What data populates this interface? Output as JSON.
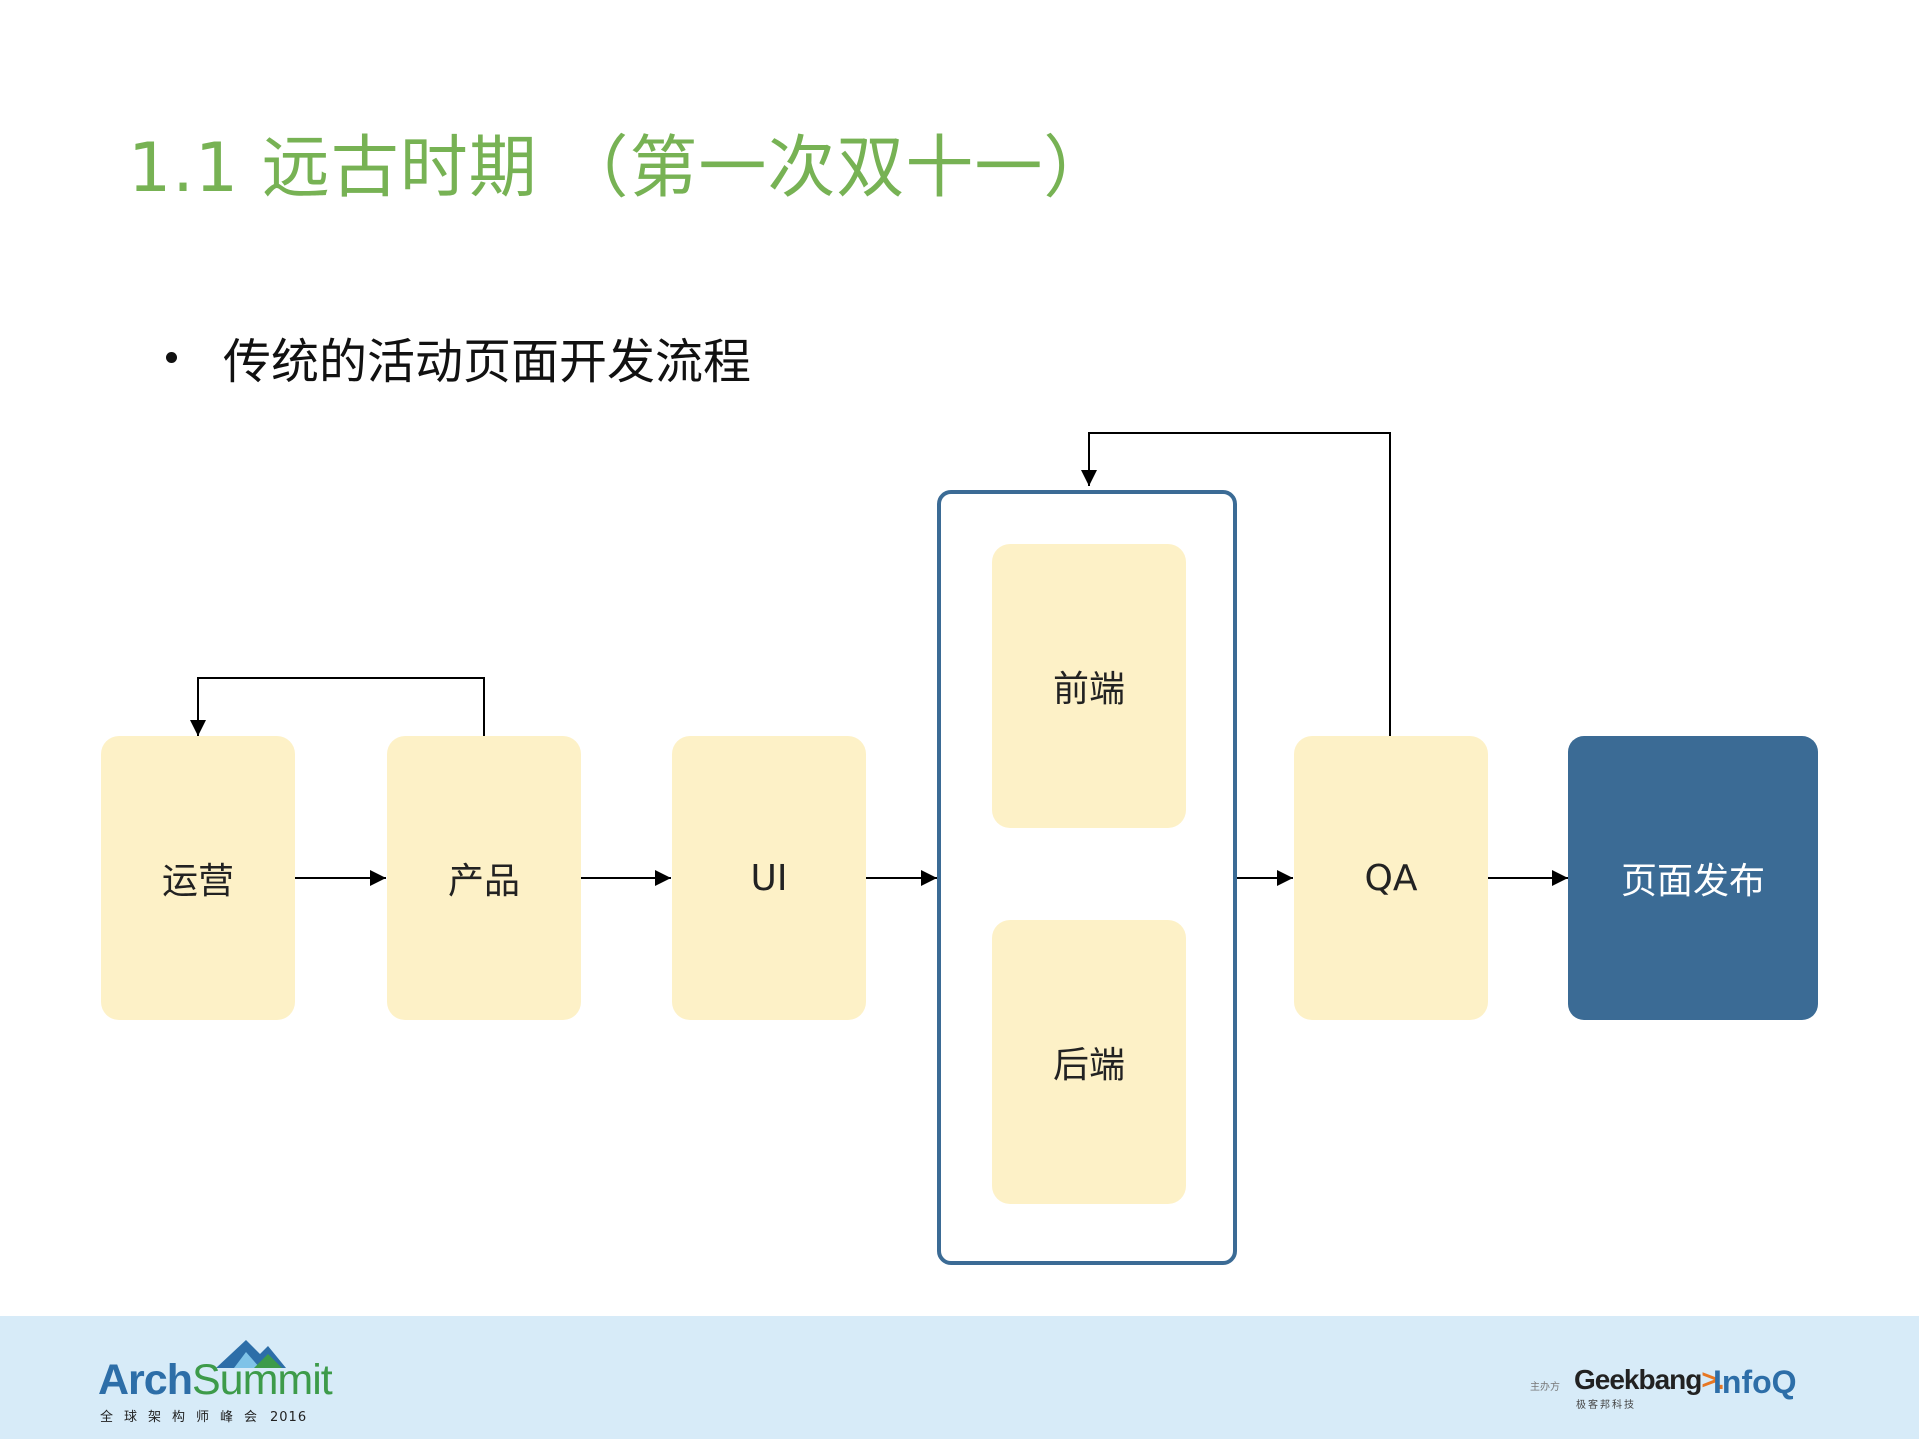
{
  "slide": {
    "title": "1.1 远古时期 （第一次双十一）",
    "bullet": "传统的活动页面开发流程"
  },
  "diagram": {
    "nodes": {
      "ops": "运营",
      "product": "产品",
      "ui": "UI",
      "frontend": "前端",
      "backend": "后端",
      "qa": "QA",
      "publish": "页面发布"
    }
  },
  "footer": {
    "logo_arch": "Arch",
    "logo_summit": "Summit",
    "logo_sub": "全球架构师峰会",
    "logo_year": "2016",
    "host_label": "主办方",
    "geekbang": "Geekbang",
    "geekbang_mark": ">.",
    "geekbang_sub": "极客邦科技",
    "infoq": "InfoQ"
  },
  "colors": {
    "title_green": "#77b254",
    "node_fill": "#fdf1c7",
    "accent_blue": "#3b6b95",
    "footer_bg": "#d7ebf8"
  }
}
